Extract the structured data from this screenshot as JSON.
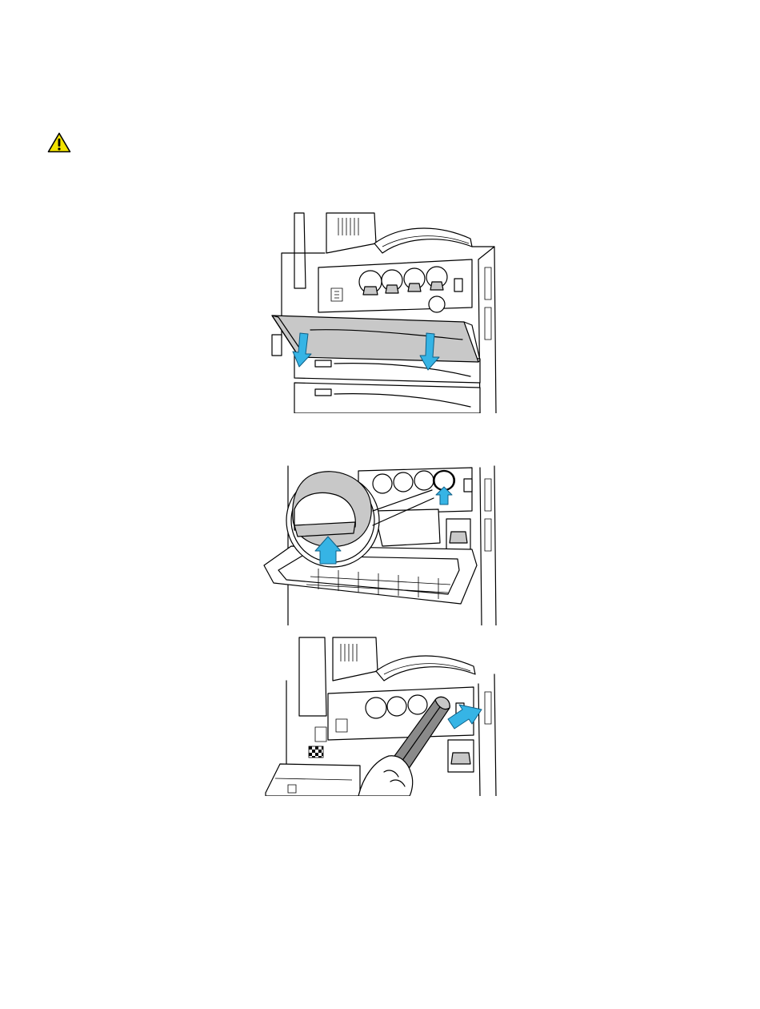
{
  "page": {
    "warning": {
      "icon": "warning-triangle-icon",
      "color": "#f2e200"
    }
  },
  "figures": [
    {
      "id": "fig-open-door",
      "icon": "printer-front-door-opening-illustration"
    },
    {
      "id": "fig-release-tab",
      "icon": "toner-cartridge-release-tab-illustration"
    },
    {
      "id": "fig-remove-cartridge",
      "icon": "toner-cartridge-removal-illustration"
    }
  ],
  "colors": {
    "arrow": "#36b4e5",
    "arrow_outline": "#0e5f86",
    "panel": "#c8c8c8"
  }
}
